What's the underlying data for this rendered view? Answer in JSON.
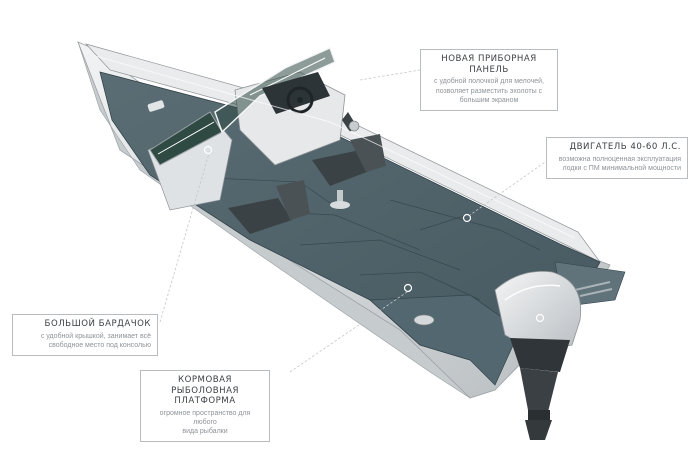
{
  "callouts": {
    "dashboard": {
      "title": "НОВАЯ ПРИБОРНАЯ ПАНЕЛЬ",
      "desc": "с удобной полочкой для мелочей,\nпозволяет разместить эхолоты с\nбольшим экраном"
    },
    "engine": {
      "title": "ДВИГАТЕЛЬ 40-60 Л.С.",
      "desc": "возможна полноценная эксплуатация\nлодки с ПМ минимальной мощности"
    },
    "glovebox": {
      "title": "БОЛЬШОЙ БАРДАЧОК",
      "desc": "с удобной крышкой, занимает всё\nсвободное место под консолью"
    },
    "platform": {
      "title": "КОРМОВАЯ РЫБОЛОВНАЯ\nПЛАТФОРМА",
      "desc": "огромное пространство для любого\nвида рыбалки"
    }
  },
  "colors": {
    "deck": "#4f6168",
    "deck_dark": "#3d4d53",
    "hull": "#d9dcde",
    "seat": "#3b4246",
    "engine": "#e3e6e8",
    "leader": "#b5b8bb"
  }
}
